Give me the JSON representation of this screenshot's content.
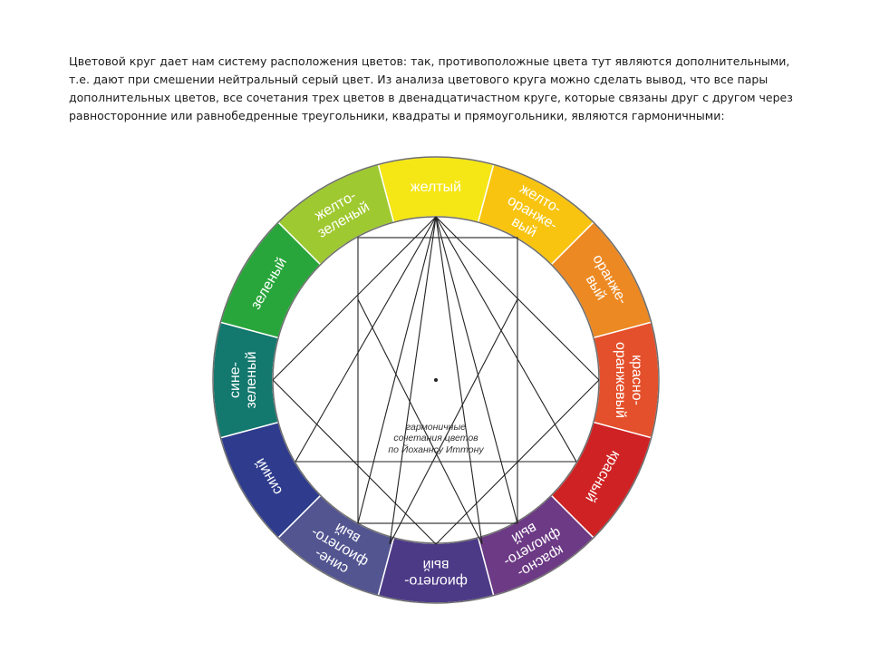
{
  "intro": {
    "lines": [
      "Цветовой круг дает нам систему расположения цветов: так, противоположные цвета тут являются дополнительными,",
      "т.е. дают при смешении нейтральный серый цвет. Из анализа цветового круга можно сделать вывод, что все пары",
      "дополнительных цветов,  все сочетания трех цветов в двенадцатичастном круге, которые связаны  друг с другом через",
      "равносторонние или равнобедренные треугольники,  квадраты и прямоугольники, являются гармоничными:"
    ]
  },
  "wheel": {
    "segments": [
      {
        "id": "yellow",
        "label_lines": [
          "желтый"
        ],
        "color": "#f5e616",
        "text_color": "#ffffff"
      },
      {
        "id": "yellow-orange",
        "label_lines": [
          "желто-",
          "оранже-",
          "вый"
        ],
        "color": "#f8c410",
        "text_color": "#ffffff"
      },
      {
        "id": "orange",
        "label_lines": [
          "оранже-",
          "вый"
        ],
        "color": "#ec8923",
        "text_color": "#ffffff"
      },
      {
        "id": "red-orange",
        "label_lines": [
          "красно-",
          "оранжевый"
        ],
        "color": "#e4502b",
        "text_color": "#ffffff"
      },
      {
        "id": "red",
        "label_lines": [
          "красный"
        ],
        "color": "#cf2224",
        "text_color": "#ffffff"
      },
      {
        "id": "red-violet",
        "label_lines": [
          "красно-",
          "фиолето-",
          "вый"
        ],
        "color": "#6d3a85",
        "text_color": "#ffffff"
      },
      {
        "id": "violet",
        "label_lines": [
          "фиолето-",
          "вый"
        ],
        "color": "#4c3a87",
        "text_color": "#ffffff"
      },
      {
        "id": "blue-violet",
        "label_lines": [
          "сине-",
          "фиолето-",
          "вый"
        ],
        "color": "#535591",
        "text_color": "#ffffff"
      },
      {
        "id": "blue",
        "label_lines": [
          "синий"
        ],
        "color": "#2f3c8d",
        "text_color": "#ffffff"
      },
      {
        "id": "blue-green",
        "label_lines": [
          "сине-",
          "зеленый"
        ],
        "color": "#13786e",
        "text_color": "#ffffff"
      },
      {
        "id": "green",
        "label_lines": [
          "зеленый"
        ],
        "color": "#29a63b",
        "text_color": "#ffffff"
      },
      {
        "id": "yellow-green",
        "label_lines": [
          "желто-",
          "зеленый"
        ],
        "color": "#9fc930",
        "text_color": "#ffffff"
      }
    ],
    "ring_border_color": "#6e6e6e",
    "line_color": "#222222",
    "caption_lines": [
      "гармоничные",
      "сочетания цветов",
      "по Йоханнсу Иттону"
    ]
  }
}
